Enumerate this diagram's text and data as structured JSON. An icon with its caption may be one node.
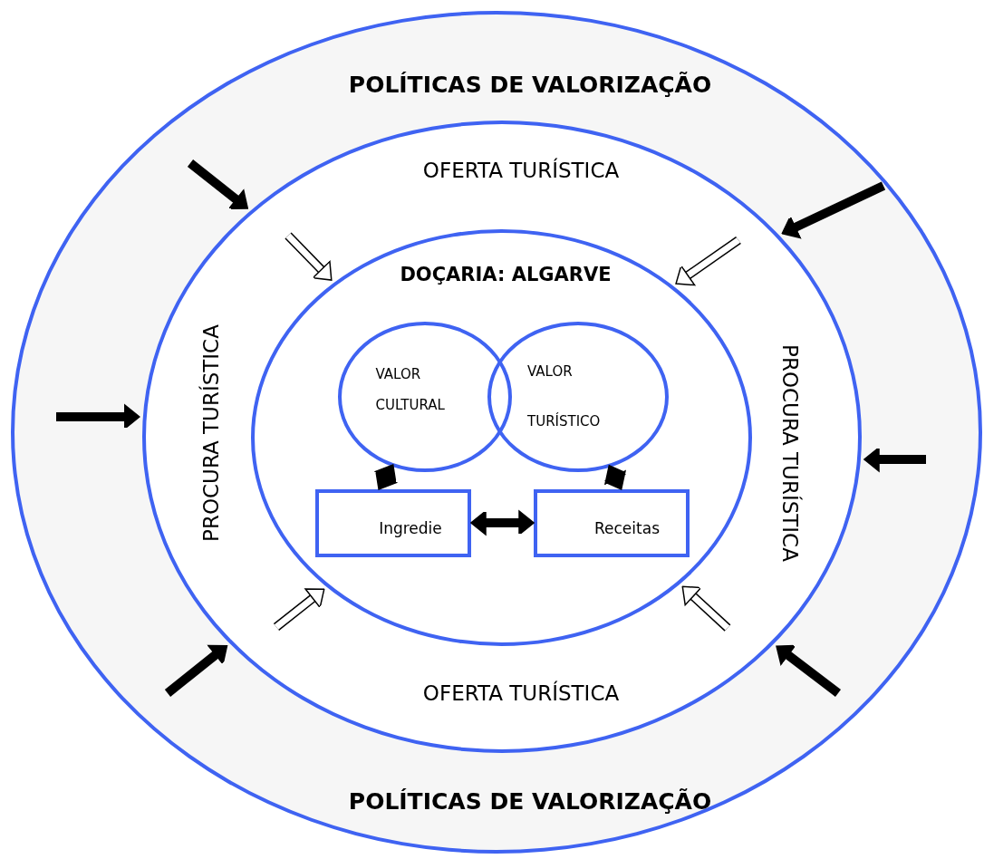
{
  "diagram": {
    "nodes": [
      {
        "text": [
          "POLÍTICAS DE VALORIZAÇÃO",
          "POLÍTICAS DE VALORIZAÇÃO"
        ]
      },
      {
        "text": [
          "OFERTA TURÍSTICA",
          "PROCURA TURÍSTICA",
          "PROCURA TURÍSTICA",
          "OFERTA TURÍSTICA"
        ],
        "in": 0
      },
      {
        "text": [
          "DOÇARIA: ALGARVE"
        ],
        "in": 1
      },
      {
        "text": [
          "VALOR CULTURAL"
        ],
        "in": 2
      },
      {
        "text": [
          "VALOR TURÍSTICO"
        ],
        "in": 2
      },
      {
        "text": [
          "Ingredie"
        ],
        "in": 2
      },
      {
        "text": [
          "Receitas"
        ],
        "in": 2
      }
    ],
    "edges": [
      {
        "from": 3,
        "to": 5,
        "arrow": "both"
      },
      {
        "from": 4,
        "to": 6,
        "arrow": "both"
      },
      {
        "from": 5,
        "to": 6,
        "arrow": "both"
      }
    ]
  }
}
